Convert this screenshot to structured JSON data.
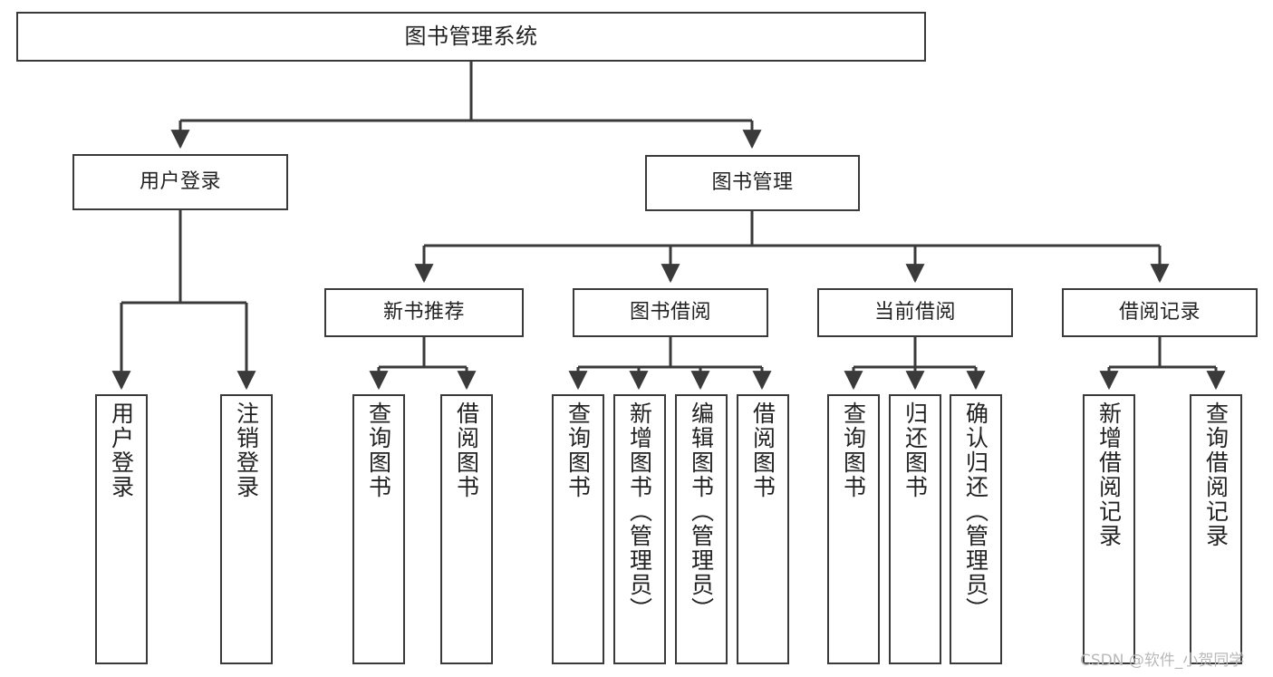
{
  "diagram": {
    "type": "tree",
    "title": "图书管理系统",
    "watermark": "CSDN @软件_小贺同学",
    "colors": {
      "background": "#ffffff",
      "box_border": "#3a3a3a",
      "connector": "#3a3a3a",
      "text": "#222222",
      "watermark": "#b9b9b9"
    },
    "nodes": {
      "root": {
        "label": "图书管理系统",
        "orientation": "horizontal",
        "level": 0
      },
      "user_login": {
        "label": "用户登录",
        "orientation": "horizontal",
        "level": 1
      },
      "book_manage": {
        "label": "图书管理",
        "orientation": "horizontal",
        "level": 1
      },
      "new_book_rec": {
        "label": "新书推荐",
        "orientation": "horizontal",
        "level": 2
      },
      "book_borrow": {
        "label": "图书借阅",
        "orientation": "horizontal",
        "level": 2
      },
      "current_borrow": {
        "label": "当前借阅",
        "orientation": "horizontal",
        "level": 2
      },
      "borrow_record": {
        "label": "借阅记录",
        "orientation": "horizontal",
        "level": 2
      },
      "leaf_user_login": {
        "label": "用户登录",
        "orientation": "vertical",
        "level": 2,
        "parent": "用户登录"
      },
      "leaf_logout": {
        "label": "注销登录",
        "orientation": "vertical",
        "level": 2,
        "parent": "用户登录"
      },
      "leaf_rec_query": {
        "label": "查询图书",
        "orientation": "vertical",
        "level": 3,
        "parent": "新书推荐"
      },
      "leaf_rec_borrow": {
        "label": "借阅图书",
        "orientation": "vertical",
        "level": 3,
        "parent": "新书推荐"
      },
      "leaf_borrow_query": {
        "label": "查询图书",
        "orientation": "vertical",
        "level": 3,
        "parent": "图书借阅"
      },
      "leaf_borrow_add": {
        "label": "新增图书（管理员）",
        "orientation": "vertical",
        "level": 3,
        "parent": "图书借阅"
      },
      "leaf_borrow_edit": {
        "label": "编辑图书（管理员）",
        "orientation": "vertical",
        "level": 3,
        "parent": "图书借阅"
      },
      "leaf_borrow_do": {
        "label": "借阅图书",
        "orientation": "vertical",
        "level": 3,
        "parent": "图书借阅"
      },
      "leaf_cur_query": {
        "label": "查询图书",
        "orientation": "vertical",
        "level": 3,
        "parent": "当前借阅"
      },
      "leaf_cur_return": {
        "label": "归还图书",
        "orientation": "vertical",
        "level": 3,
        "parent": "当前借阅"
      },
      "leaf_cur_confirm": {
        "label": "确认归还（管理员）",
        "orientation": "vertical",
        "level": 3,
        "parent": "当前借阅"
      },
      "leaf_rec_add": {
        "label": "新增借阅记录",
        "orientation": "vertical",
        "level": 3,
        "parent": "借阅记录"
      },
      "leaf_rec_search": {
        "label": "查询借阅记录",
        "orientation": "vertical",
        "level": 3,
        "parent": "借阅记录"
      }
    },
    "edges": [
      {
        "from": "图书管理系统",
        "to": "用户登录"
      },
      {
        "from": "图书管理系统",
        "to": "图书管理"
      },
      {
        "from": "用户登录",
        "to": "用户登录(叶)"
      },
      {
        "from": "用户登录",
        "to": "注销登录"
      },
      {
        "from": "图书管理",
        "to": "新书推荐"
      },
      {
        "from": "图书管理",
        "to": "图书借阅"
      },
      {
        "from": "图书管理",
        "to": "当前借阅"
      },
      {
        "from": "图书管理",
        "to": "借阅记录"
      },
      {
        "from": "新书推荐",
        "to": "查询图书"
      },
      {
        "from": "新书推荐",
        "to": "借阅图书"
      },
      {
        "from": "图书借阅",
        "to": "查询图书"
      },
      {
        "from": "图书借阅",
        "to": "新增图书（管理员）"
      },
      {
        "from": "图书借阅",
        "to": "编辑图书（管理员）"
      },
      {
        "from": "图书借阅",
        "to": "借阅图书"
      },
      {
        "from": "当前借阅",
        "to": "查询图书"
      },
      {
        "from": "当前借阅",
        "to": "归还图书"
      },
      {
        "from": "当前借阅",
        "to": "确认归还（管理员）"
      },
      {
        "from": "借阅记录",
        "to": "新增借阅记录"
      },
      {
        "from": "借阅记录",
        "to": "查询借阅记录"
      }
    ]
  }
}
